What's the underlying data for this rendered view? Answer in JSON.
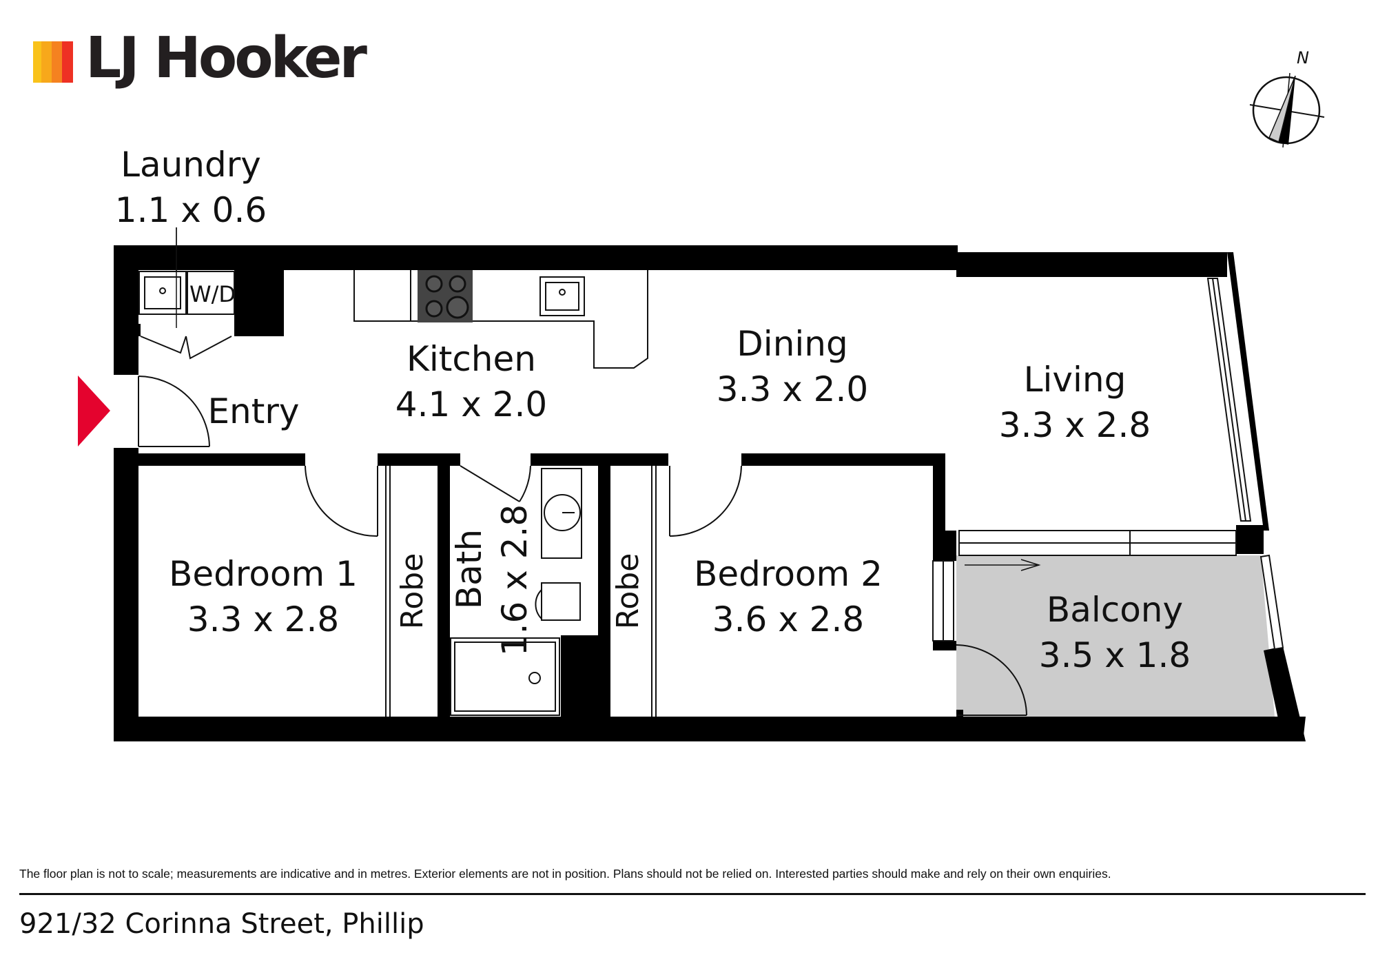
{
  "brand": {
    "name": "LJ Hooker",
    "logo_colors": [
      "#f7a81b",
      "#f58220",
      "#ee3124",
      "#c8102e"
    ]
  },
  "compass": {
    "label": "N"
  },
  "rooms": {
    "laundry": {
      "name": "Laundry",
      "size": "1.1 x 0.6",
      "appliance": "W/D"
    },
    "entry": {
      "name": "Entry"
    },
    "kitchen": {
      "name": "Kitchen",
      "size": "4.1 x 2.0"
    },
    "dining": {
      "name": "Dining",
      "size": "3.3 x 2.0"
    },
    "living": {
      "name": "Living",
      "size": "3.3 x 2.8"
    },
    "bedroom1": {
      "name": "Bedroom 1",
      "size": "3.3 x 2.8",
      "robe": "Robe"
    },
    "bath": {
      "name": "Bath",
      "size": "1.6 x 2.8"
    },
    "bedroom2": {
      "name": "Bedroom 2",
      "size": "3.6 x 2.8",
      "robe": "Robe"
    },
    "balcony": {
      "name": "Balcony",
      "size": "3.5 x 1.8"
    }
  },
  "colors": {
    "wall": "#000000",
    "balcony_fill": "#cccccc",
    "entry_marker": "#e4032e"
  },
  "disclaimer": "The floor plan is not to scale; measurements are indicative and in metres. Exterior elements are not in position. Plans should not be relied on. Interested parties should make and rely on their own enquiries.",
  "address": "921/32 Corinna Street, Phillip"
}
